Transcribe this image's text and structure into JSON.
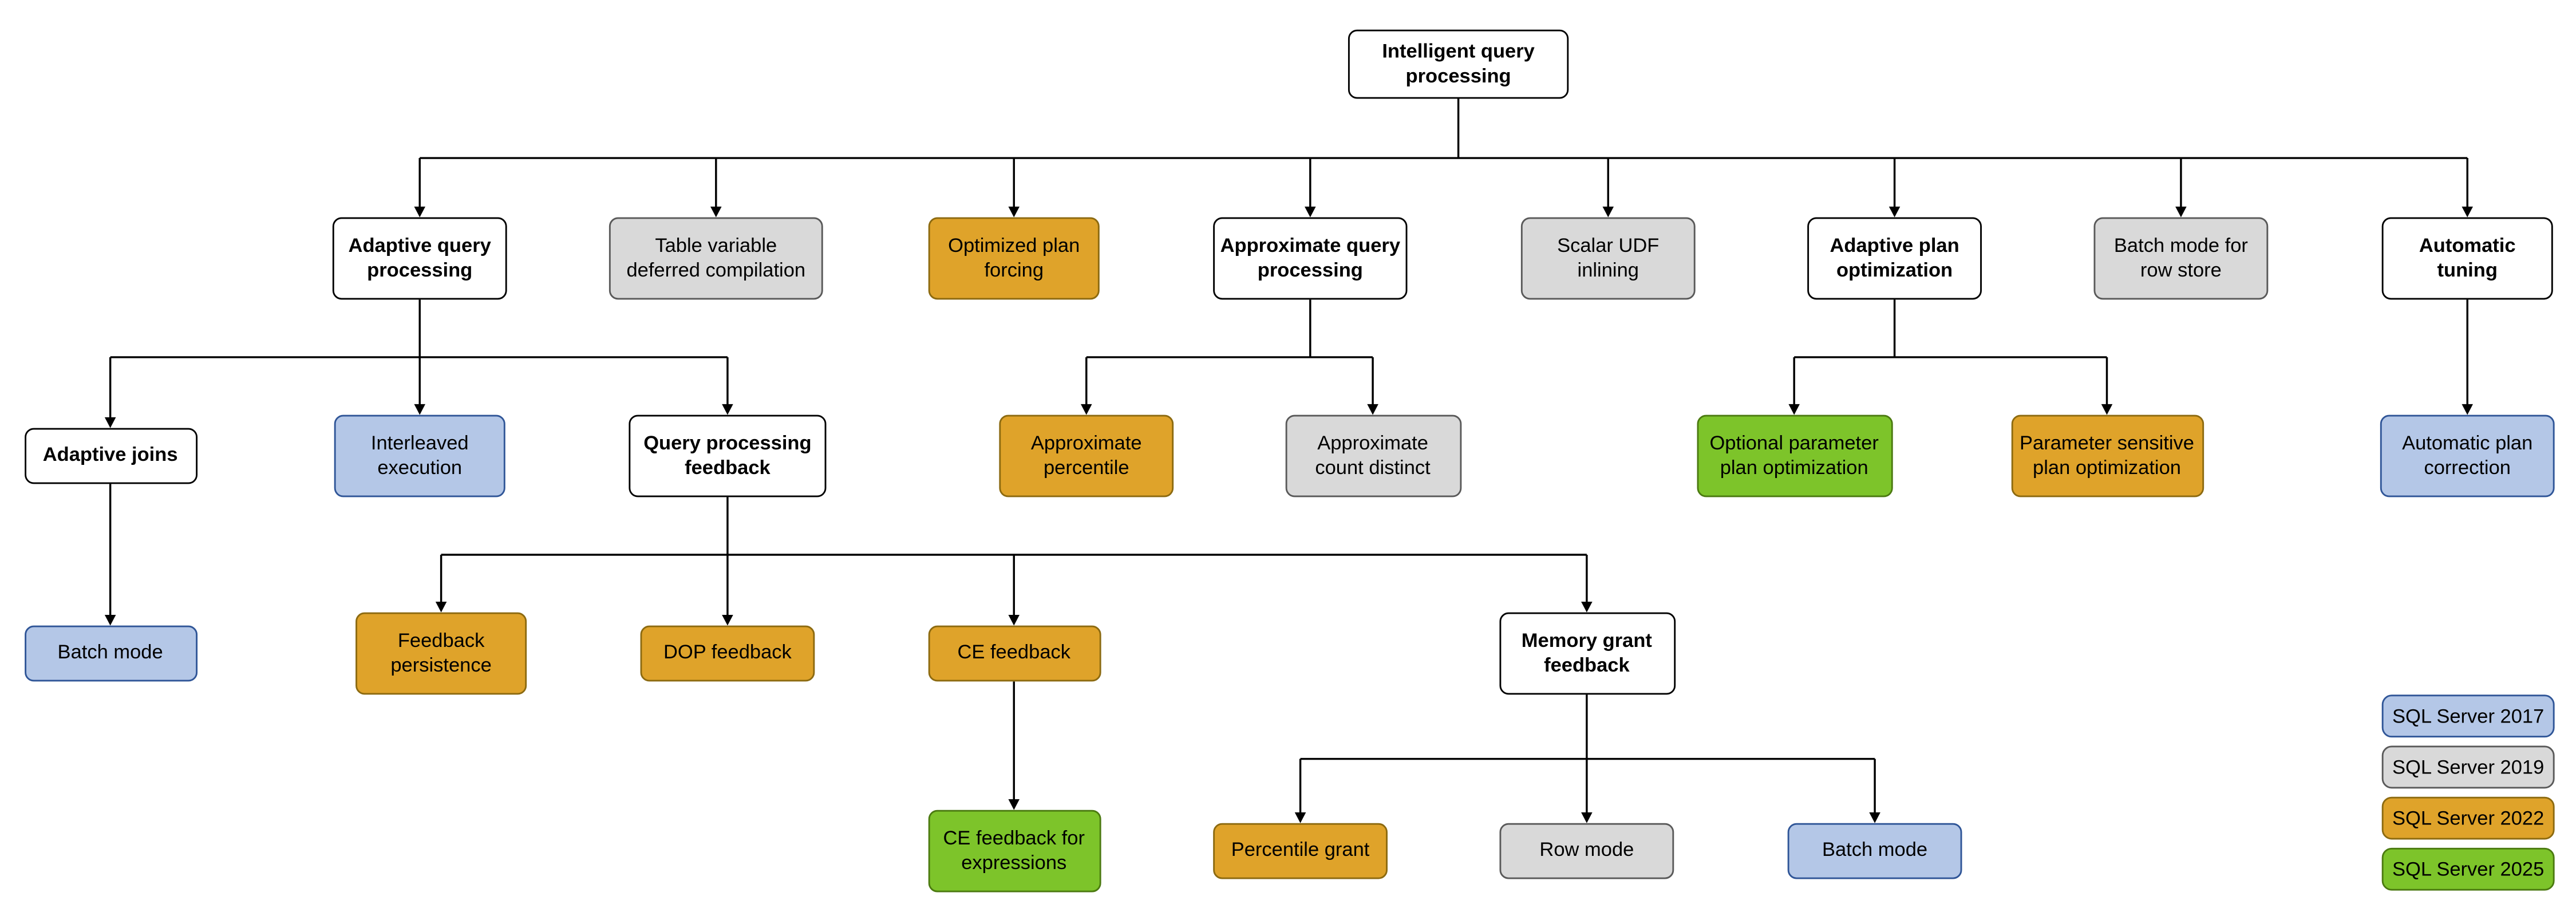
{
  "diagram": {
    "title": "Intelligent query processing",
    "versions": {
      "2017": {
        "label": "SQL Server 2017",
        "fill": "#b4c7e7",
        "border": "#2f5597"
      },
      "2019": {
        "label": "SQL Server 2019",
        "fill": "#d9d9d9",
        "border": "#595959"
      },
      "2022": {
        "label": "SQL Server 2022",
        "fill": "#dfa32a",
        "border": "#8c6a10"
      },
      "2025": {
        "label": "SQL Server 2025",
        "fill": "#7dc42a",
        "border": "#4b7a10"
      }
    },
    "nodes": [
      {
        "id": "root",
        "label": "Intelligent query processing",
        "kind": "category"
      },
      {
        "id": "aqp",
        "label": "Adaptive query processing",
        "kind": "category"
      },
      {
        "id": "tvdc",
        "label": "Table variable deferred compilation",
        "version": "2019"
      },
      {
        "id": "opf",
        "label": "Optimized plan forcing",
        "version": "2022"
      },
      {
        "id": "approx",
        "label": "Approximate query processing",
        "kind": "category"
      },
      {
        "id": "sudf",
        "label": "Scalar UDF inlining",
        "version": "2019"
      },
      {
        "id": "apo",
        "label": "Adaptive plan optimization",
        "kind": "category"
      },
      {
        "id": "bmrs",
        "label": "Batch mode for row store",
        "version": "2019"
      },
      {
        "id": "at",
        "label": "Automatic tuning",
        "kind": "category"
      },
      {
        "id": "aj",
        "label": "Adaptive joins",
        "kind": "category"
      },
      {
        "id": "ie",
        "label": "Interleaved execution",
        "version": "2017"
      },
      {
        "id": "qpf",
        "label": "Query processing feedback",
        "kind": "category"
      },
      {
        "id": "ap",
        "label": "Approximate percentile",
        "version": "2022"
      },
      {
        "id": "acd",
        "label": "Approximate count distinct",
        "version": "2019"
      },
      {
        "id": "oppo",
        "label": "Optional parameter plan optimization",
        "version": "2025"
      },
      {
        "id": "pspo",
        "label": "Parameter sensitive plan optimization",
        "version": "2022"
      },
      {
        "id": "apc",
        "label": "Automatic plan correction",
        "version": "2017"
      },
      {
        "id": "bm1",
        "label": "Batch mode",
        "version": "2017"
      },
      {
        "id": "fp",
        "label": "Feedback persistence",
        "version": "2022"
      },
      {
        "id": "dop",
        "label": "DOP feedback",
        "version": "2022"
      },
      {
        "id": "ce",
        "label": "CE feedback",
        "version": "2022"
      },
      {
        "id": "mgf",
        "label": "Memory grant feedback",
        "kind": "category"
      },
      {
        "id": "cefe",
        "label": "CE feedback for expressions",
        "version": "2025"
      },
      {
        "id": "pg",
        "label": "Percentile grant",
        "version": "2022"
      },
      {
        "id": "rm",
        "label": "Row mode",
        "version": "2019"
      },
      {
        "id": "bm2",
        "label": "Batch mode",
        "version": "2017"
      }
    ],
    "edges": [
      [
        "root",
        "aqp"
      ],
      [
        "root",
        "tvdc"
      ],
      [
        "root",
        "opf"
      ],
      [
        "root",
        "approx"
      ],
      [
        "root",
        "sudf"
      ],
      [
        "root",
        "apo"
      ],
      [
        "root",
        "bmrs"
      ],
      [
        "root",
        "at"
      ],
      [
        "aqp",
        "aj"
      ],
      [
        "aqp",
        "ie"
      ],
      [
        "aqp",
        "qpf"
      ],
      [
        "approx",
        "ap"
      ],
      [
        "approx",
        "acd"
      ],
      [
        "apo",
        "oppo"
      ],
      [
        "apo",
        "pspo"
      ],
      [
        "at",
        "apc"
      ],
      [
        "aj",
        "bm1"
      ],
      [
        "qpf",
        "fp"
      ],
      [
        "qpf",
        "dop"
      ],
      [
        "qpf",
        "ce"
      ],
      [
        "qpf",
        "mgf"
      ],
      [
        "ce",
        "cefe"
      ],
      [
        "mgf",
        "pg"
      ],
      [
        "mgf",
        "rm"
      ],
      [
        "mgf",
        "bm2"
      ]
    ],
    "legend": [
      {
        "version": "2017",
        "label": "SQL Server 2017"
      },
      {
        "version": "2019",
        "label": "SQL Server 2019"
      },
      {
        "version": "2022",
        "label": "SQL Server 2022"
      },
      {
        "version": "2025",
        "label": "SQL Server 2025"
      }
    ]
  }
}
